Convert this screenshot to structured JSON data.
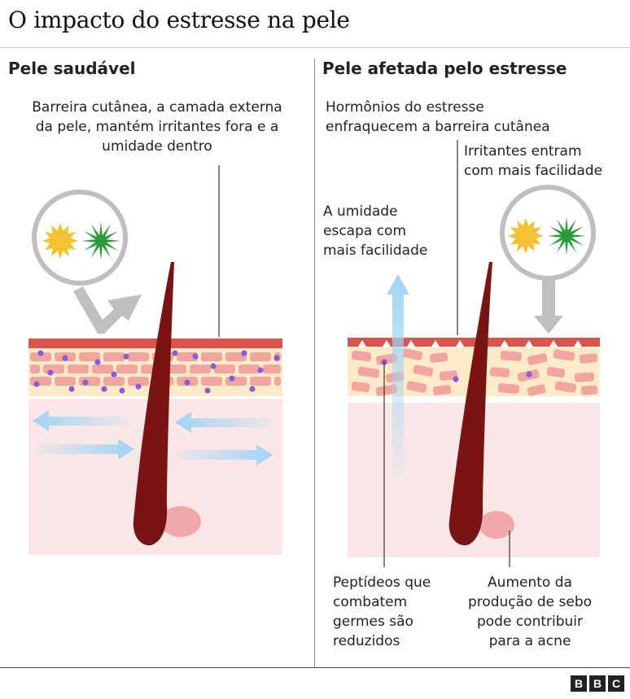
{
  "title": "O impacto do estresse na pele",
  "left": {
    "heading": "Pele saudável",
    "barrier_label": [
      "Barreira cutânea, a camada externa",
      "da pele, mantém irritantes fora e a",
      "umidade dentro"
    ]
  },
  "right": {
    "heading": "Pele afetada pelo estresse",
    "hormones_label": [
      "Hormônios do estresse",
      "enfraquecem a barreira cutânea"
    ],
    "irritants_label": [
      "Irritantes entram",
      "com mais facilidade"
    ],
    "moisture_label": [
      "A umidade",
      "escapa com",
      "mais facilidade"
    ],
    "peptides_label": [
      "Peptídeos que",
      "combatem",
      "germes são",
      "reduzidos"
    ],
    "sebum_label": [
      "Aumento da",
      "produção de sebo",
      "pode contribuir",
      "para a acne"
    ]
  },
  "logo": [
    "B",
    "B",
    "C"
  ],
  "colors": {
    "barrier": "#d9534f",
    "cells": "#f2a5a0",
    "cell_layer": "#fcebc9",
    "dermis": "#fbe7e7",
    "hair": "#7a1414",
    "sebaceous_gland": "#f0a8a8",
    "arrow_blue": "#9fd4f5",
    "molecule": "#8a5cd6",
    "irritant_yellow": "#f6c233",
    "irritant_green": "#2a9d3a"
  }
}
